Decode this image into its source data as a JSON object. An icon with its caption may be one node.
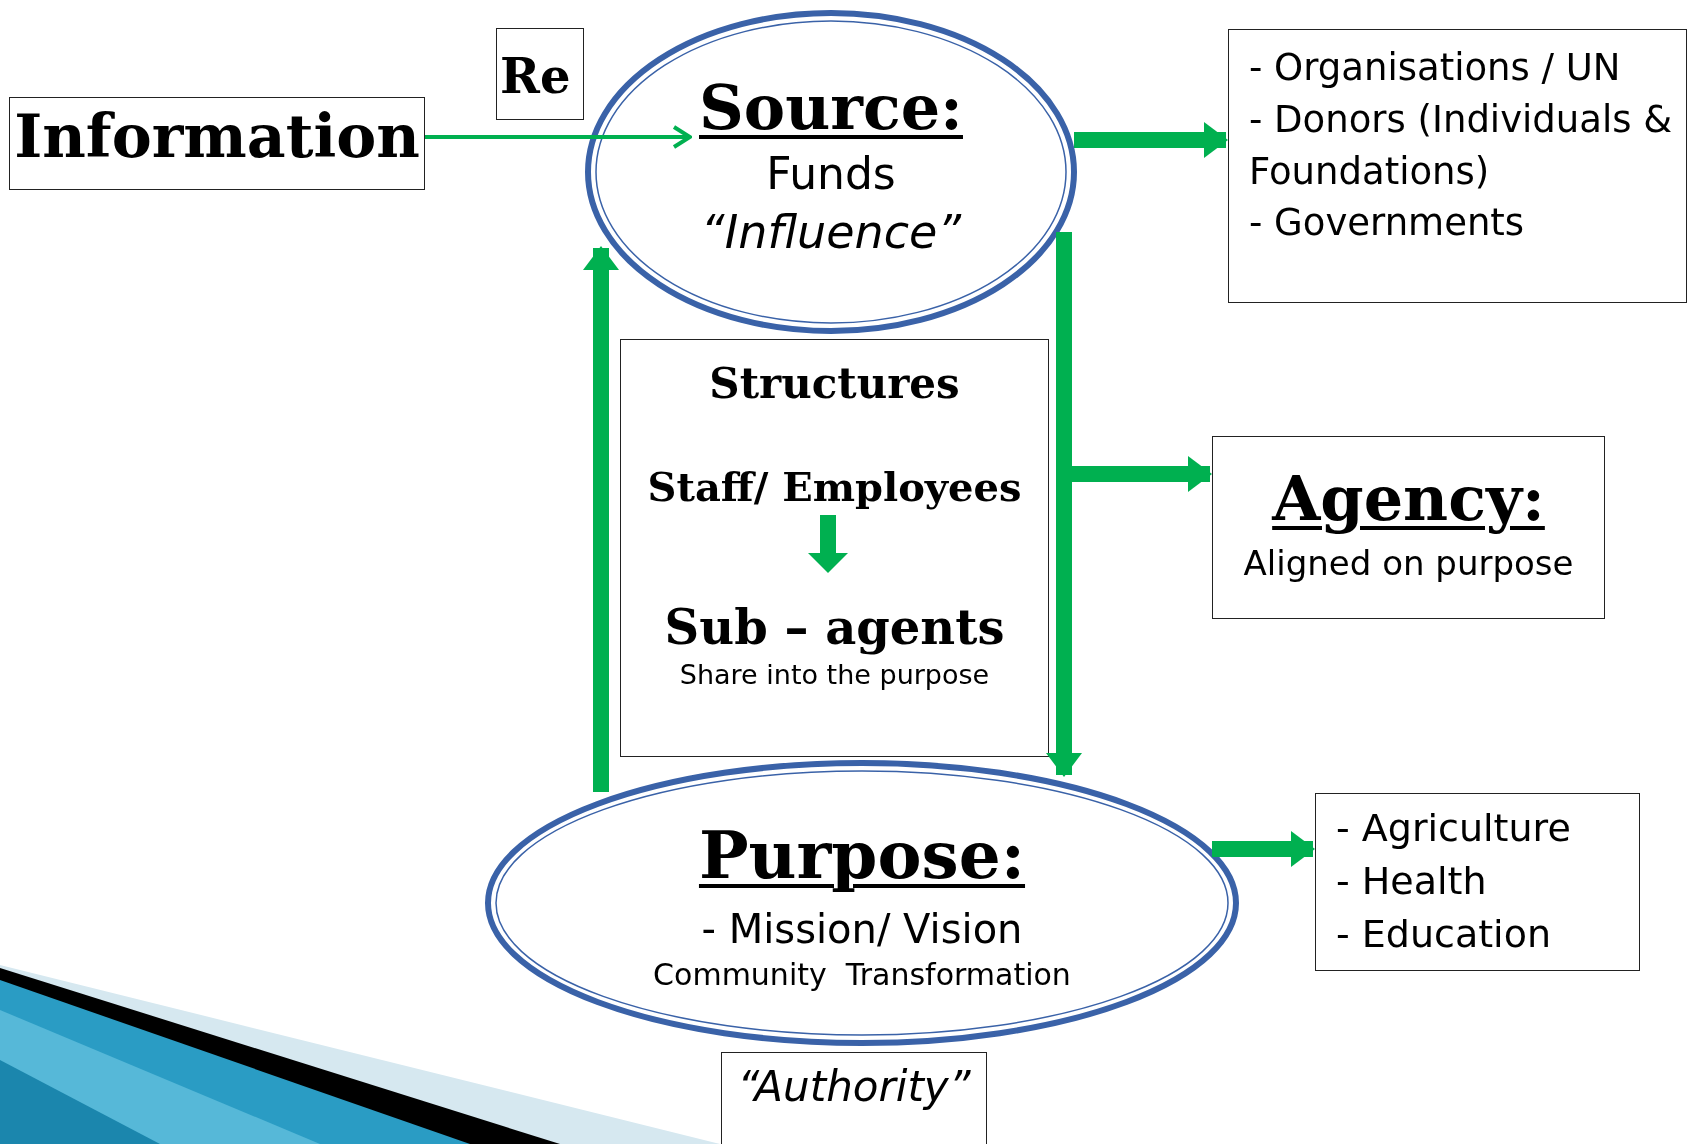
{
  "diagram": {
    "nodes": [
      {
        "text": [
          "Information"
        ]
      },
      {
        "text": [
          "Re"
        ]
      },
      {
        "text": [
          "Source:",
          "Funds",
          "“Influence”"
        ]
      },
      {
        "text": [
          "- Organisations / UN",
          "- Donors (Individuals & Foundations)",
          "- Governments"
        ]
      },
      {
        "text": [
          "Structures",
          "Staff/ Employees",
          "Sub – agents",
          "Share into the purpose"
        ]
      },
      {
        "text": [
          "Agency:",
          "Aligned on purpose"
        ]
      },
      {
        "text": [
          "Purpose:",
          "- Mission/ Vision",
          "Community  Transformation"
        ]
      },
      {
        "text": [
          "“Authority”"
        ]
      },
      {
        "text": [
          "- Agriculture",
          "- Health",
          "- Education"
        ]
      }
    ],
    "edges": [
      {
        "from": 0,
        "to": 2,
        "arrow": "to"
      },
      {
        "from": 2,
        "to": 3,
        "arrow": "to"
      },
      {
        "from": 6,
        "to": 2,
        "arrow": "to"
      },
      {
        "from": 2,
        "to": 6,
        "arrow": "to"
      },
      {
        "from": 2,
        "to": 5,
        "arrow": "to"
      },
      {
        "from": 6,
        "to": 8,
        "arrow": "to"
      }
    ]
  }
}
